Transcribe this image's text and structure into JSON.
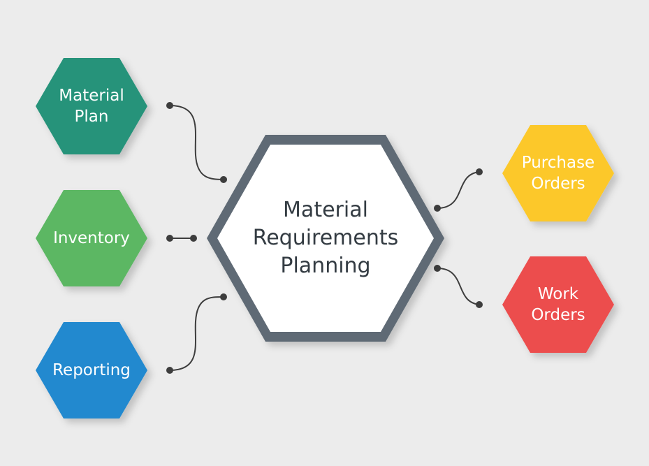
{
  "center": {
    "label": "Material\nRequirements\nPlanning",
    "fill": "#ffffff",
    "border": "#5f6b75"
  },
  "inputs": [
    {
      "id": "material-plan",
      "label": "Material\nPlan",
      "color": "#27937a"
    },
    {
      "id": "inventory",
      "label": "Inventory",
      "color": "#5bb763"
    },
    {
      "id": "reporting",
      "label": "Reporting",
      "color": "#2089cf"
    }
  ],
  "outputs": [
    {
      "id": "purchase-orders",
      "label": "Purchase\nOrders",
      "color": "#fcc82a"
    },
    {
      "id": "work-orders",
      "label": "Work\nOrders",
      "color": "#ec4e4e"
    }
  ],
  "connector_color": "#3d3d3d"
}
